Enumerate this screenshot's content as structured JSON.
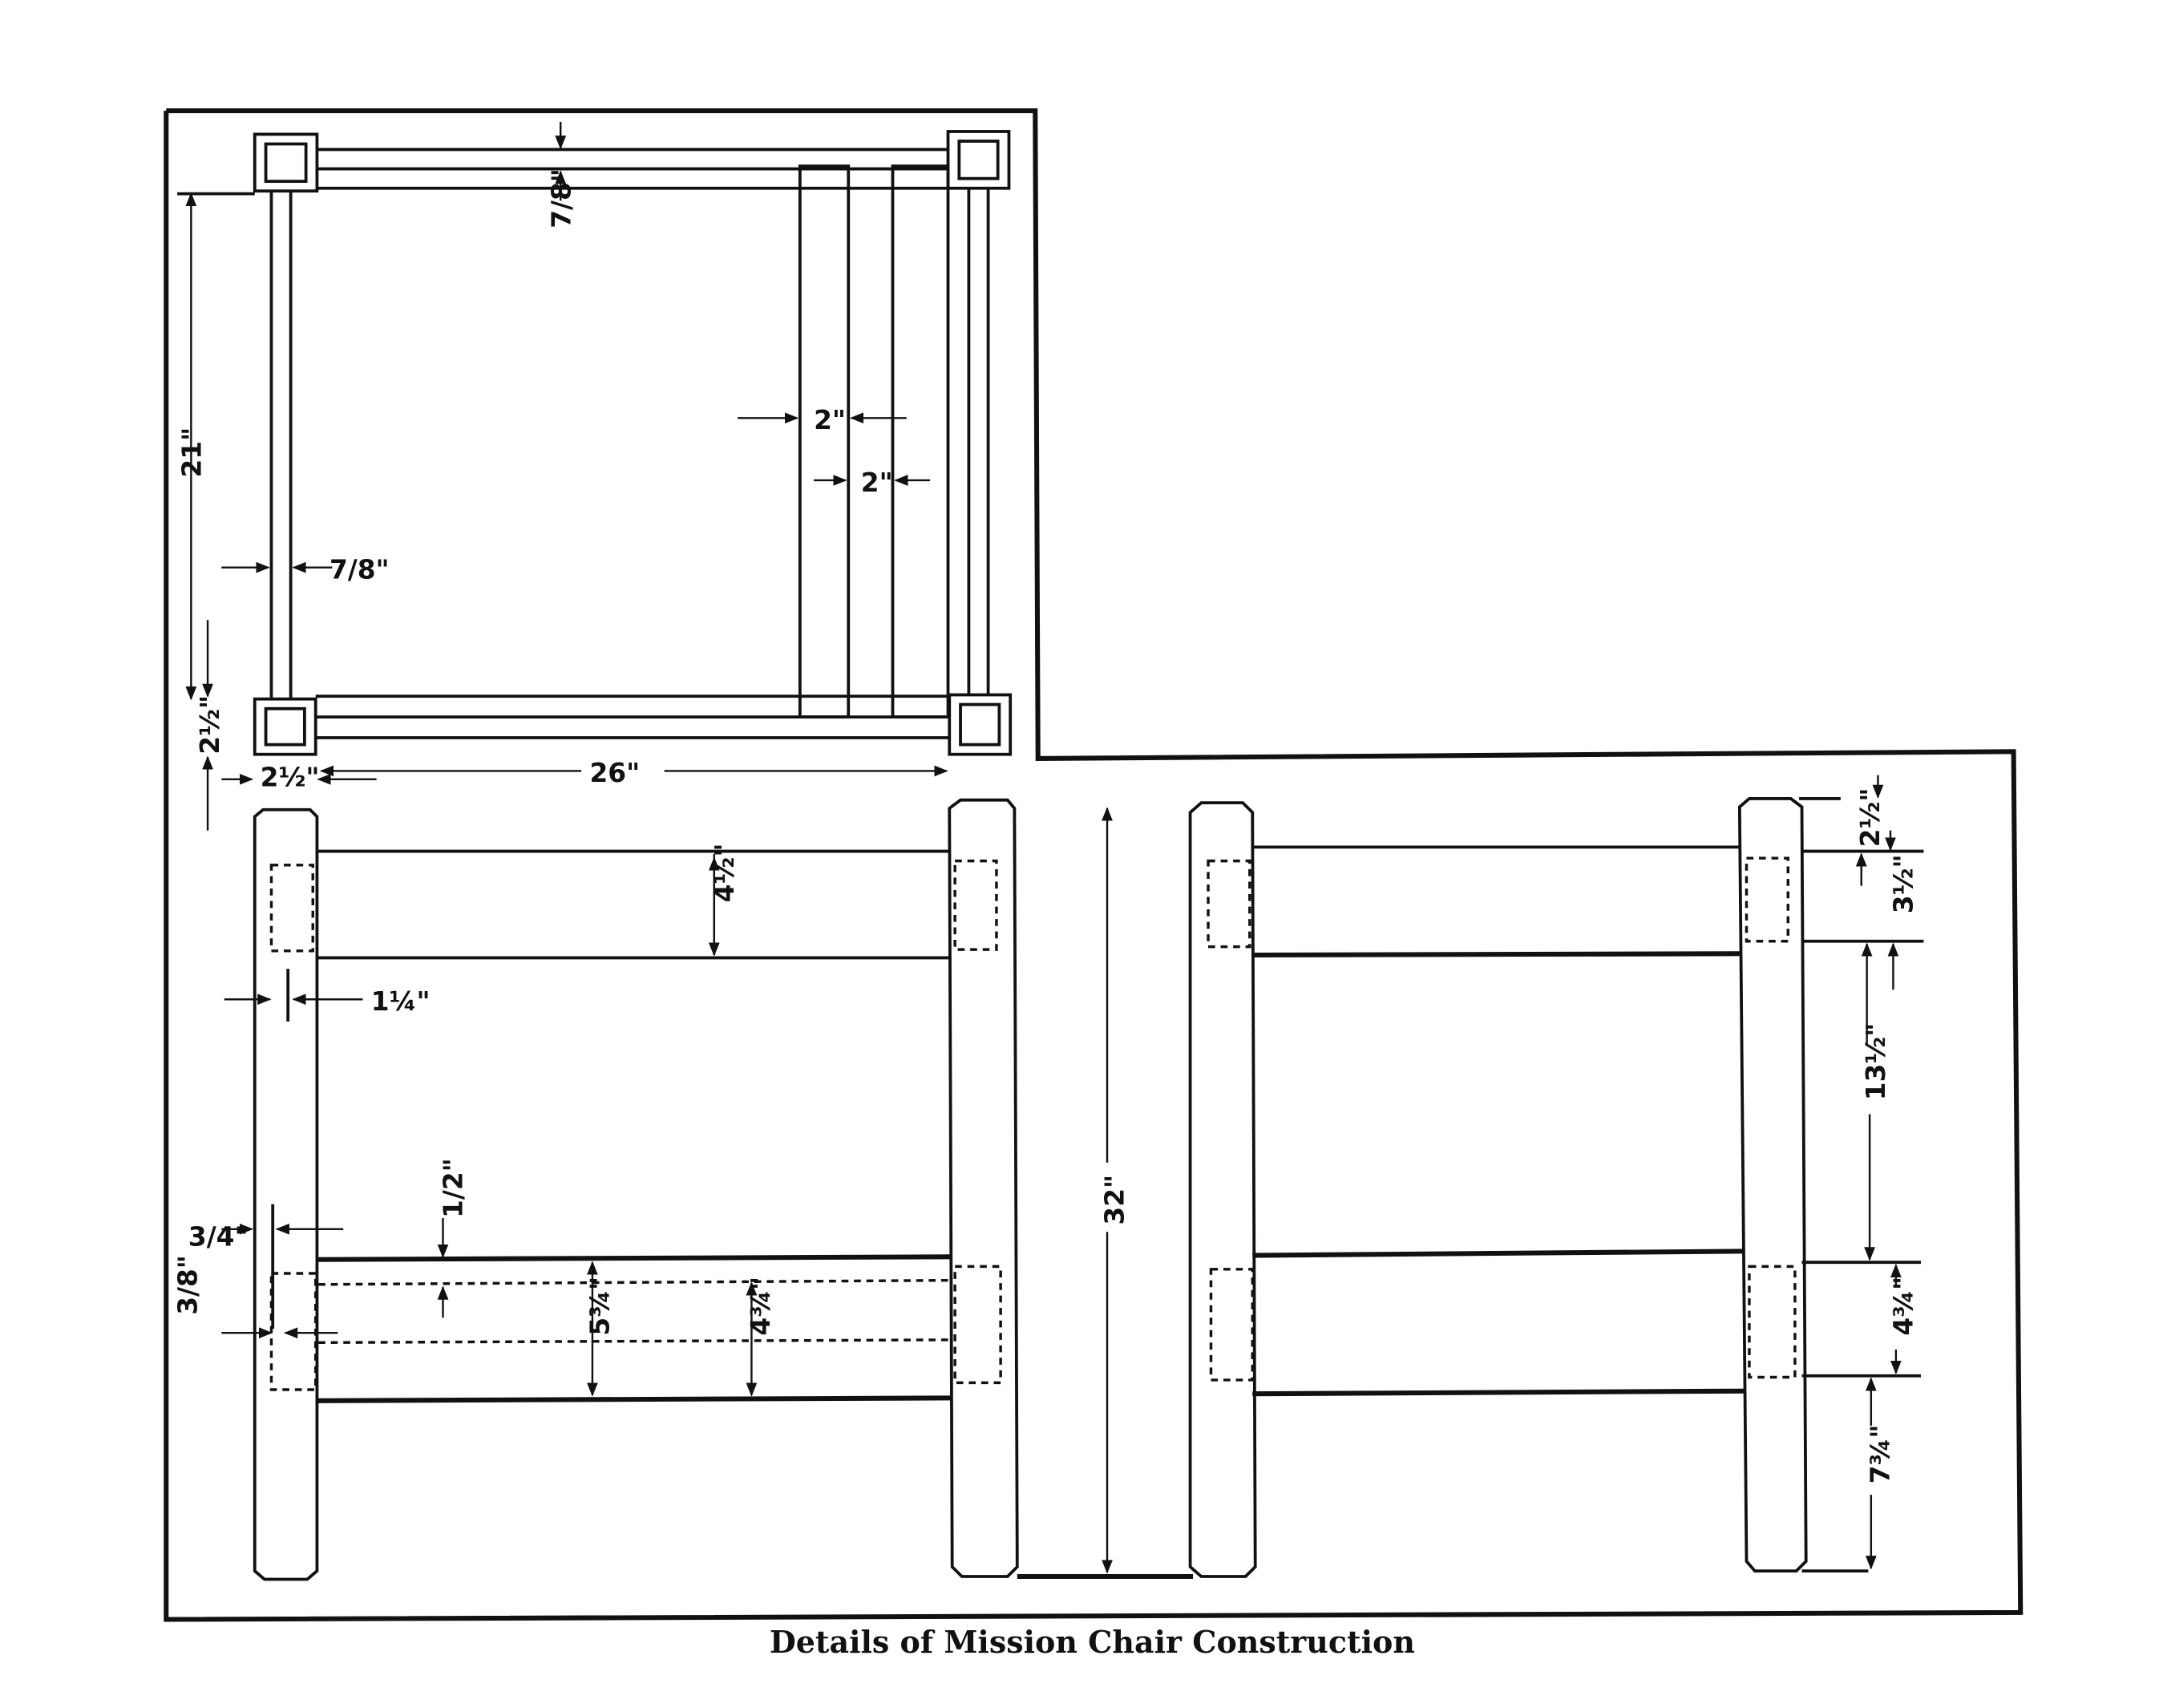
{
  "caption": "Details of Mission Chair Construction",
  "dimensions": {
    "top_rail_thickness": "7/8\"",
    "side_length": "21\"",
    "rail_thickness": "7/8\"",
    "slat_width_1": "2\"",
    "slat_width_2": "2\"",
    "post_size_v": "2½\"",
    "post_size_h": "2½\"",
    "width": "26\"",
    "front_top_rail": "4½\"",
    "tenon_offset": "1¼\"",
    "tenon_34": "3/4\"",
    "tenon_38": "3/8\"",
    "half_inch": "1/2\"",
    "front_rail_outer": "5¾\"",
    "front_rail_inner": "4¾\"",
    "height": "32\"",
    "side_top": "2½\"",
    "side_top_rail": "3½\"",
    "side_gap": "13½\"",
    "side_low_rail": "4¾\"",
    "side_bottom": "7¾\""
  }
}
